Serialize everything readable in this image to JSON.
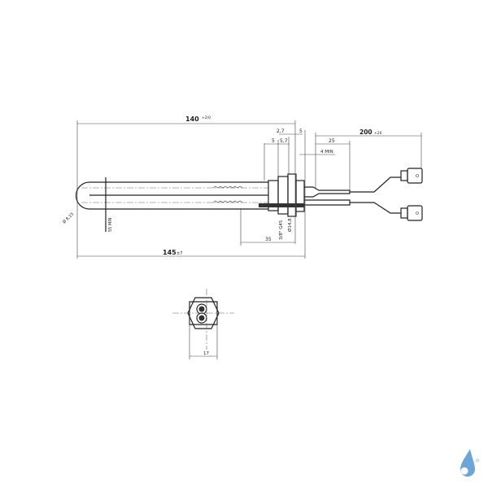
{
  "drawing": {
    "side_view": {
      "dim_overall_length": "140",
      "dim_overall_length_tol": "+2/0",
      "dim_total_length": "145",
      "dim_total_length_tol": "±7",
      "dim_wire_length": "200",
      "dim_wire_length_tol": "+20",
      "dim_strip": "25",
      "dim_min_4": "4 MIN",
      "dim_2_7": "2,7",
      "dim_5_top": "5",
      "dim_5_left": "5",
      "dim_5_7": "5,7",
      "dim_35": "35",
      "dim_thread": "3/8\" G45",
      "dim_dia_nut": "Ø14,8",
      "dim_dia_tube": "Ø 8,15",
      "dim_55_min": "55 MIN"
    },
    "end_view": {
      "dim_hex": "17"
    }
  },
  "logo": {
    "icon": "water-drop-logo-icon",
    "color": "#5b9bd5"
  }
}
